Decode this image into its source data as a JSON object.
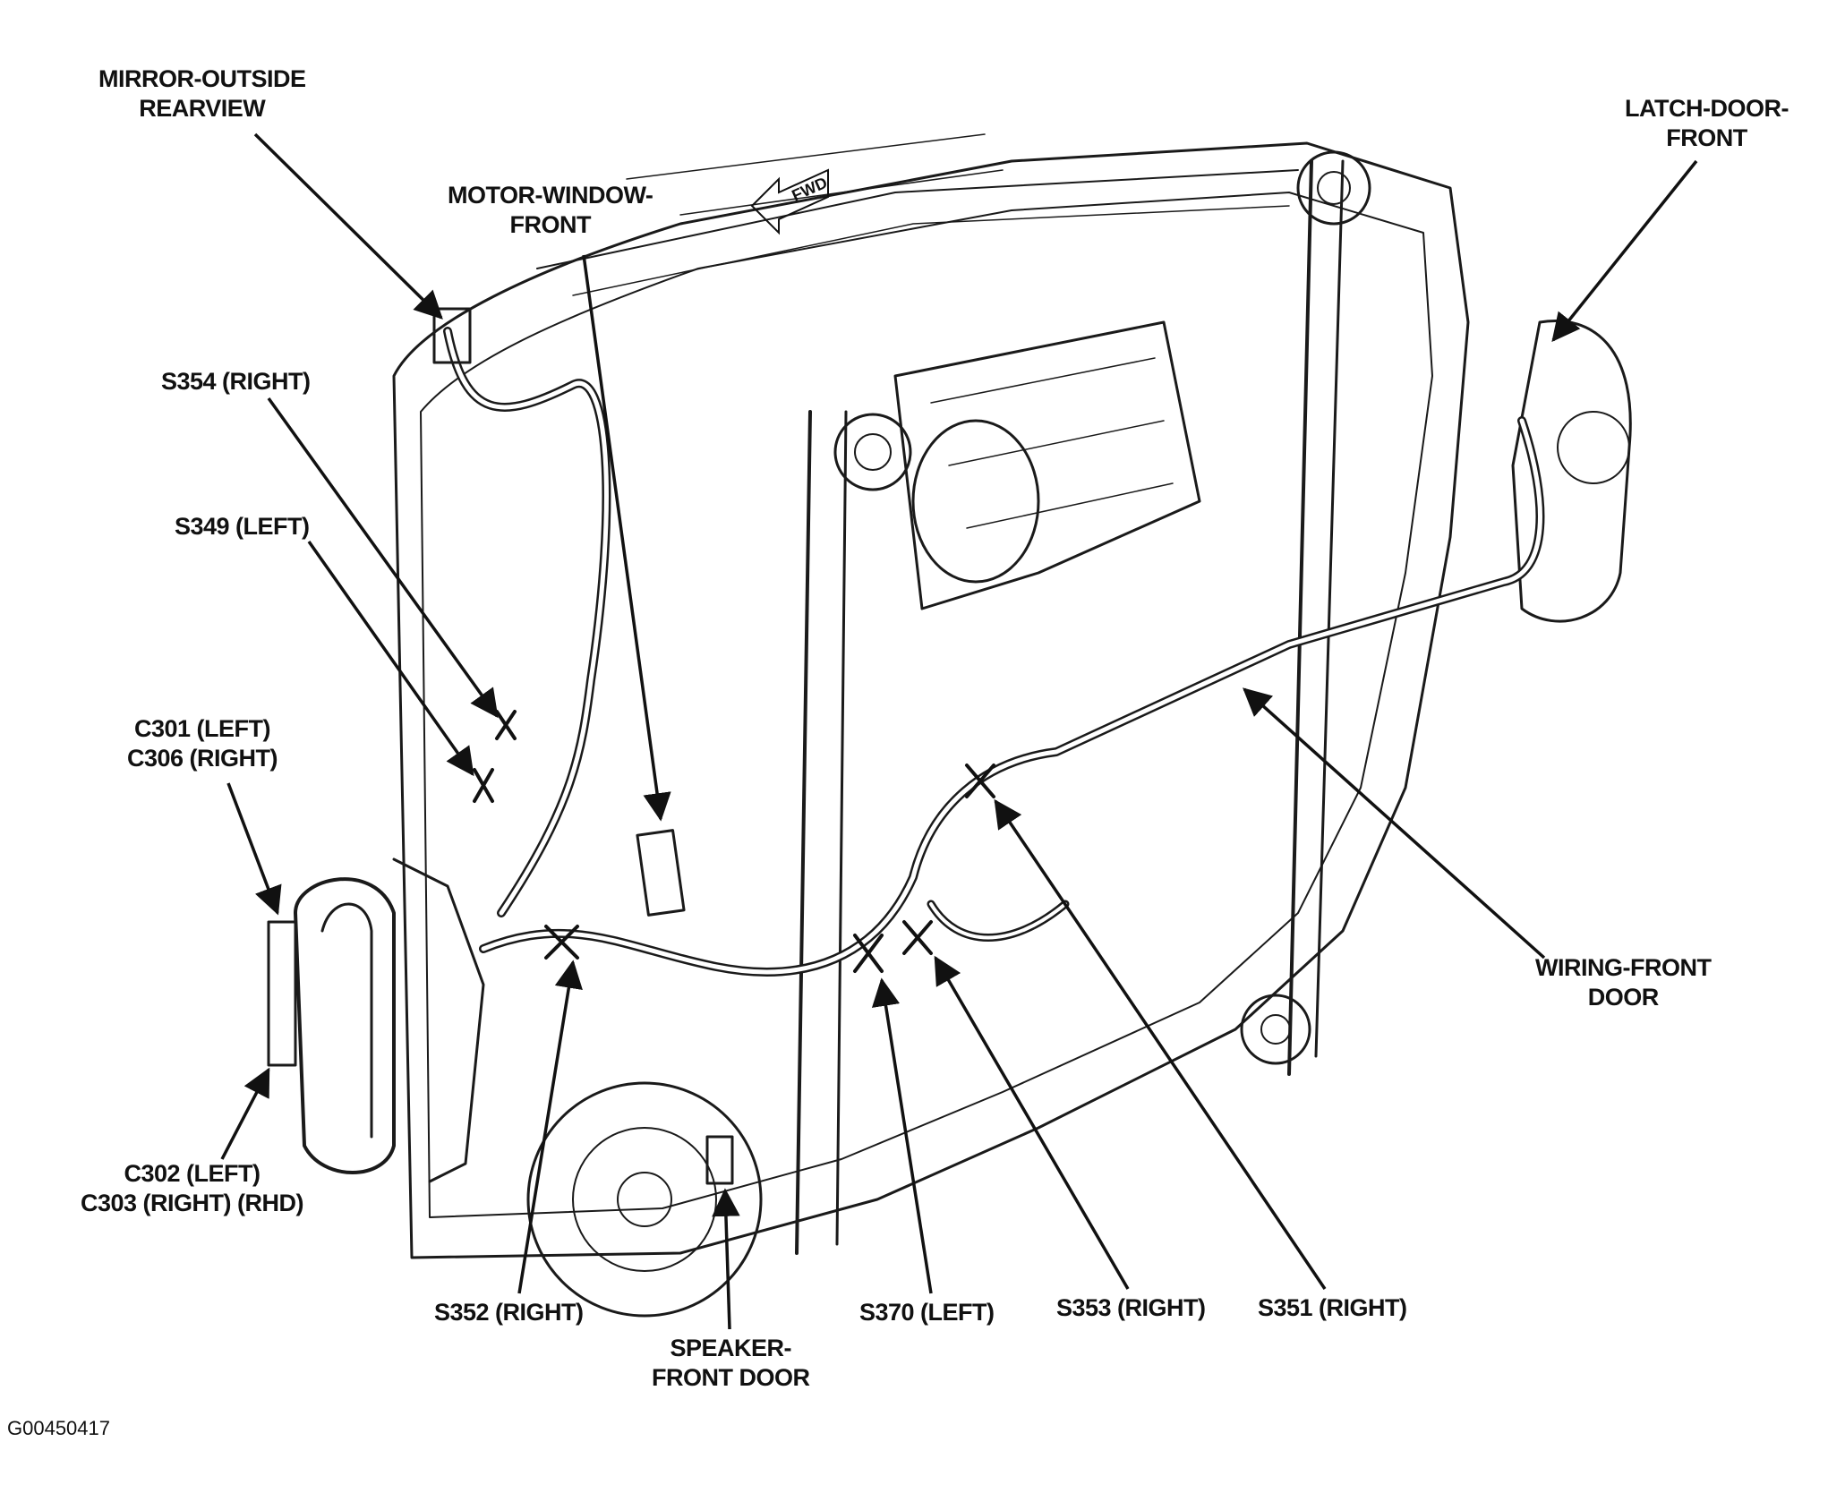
{
  "colors": {
    "ink": "#111111",
    "line": "#1a1a1a",
    "background": "#ffffff"
  },
  "orientation": {
    "arrow_label": "FWD"
  },
  "labels": {
    "mirror": [
      "MIRROR-OUTSIDE",
      "REARVIEW"
    ],
    "motor_window": [
      "MOTOR-WINDOW-",
      "FRONT"
    ],
    "latch_door": [
      "LATCH-DOOR-",
      "FRONT"
    ],
    "s354": "S354 (RIGHT)",
    "s349": "S349 (LEFT)",
    "c301_c306": [
      "C301 (LEFT)",
      "C306 (RIGHT)"
    ],
    "c302_c303": [
      "C302 (LEFT)",
      "C303 (RIGHT) (RHD)"
    ],
    "wiring_front_door": [
      "WIRING-FRONT",
      "DOOR"
    ],
    "s352": "S352 (RIGHT)",
    "speaker": [
      "SPEAKER-",
      "FRONT DOOR"
    ],
    "s370": "S370 (LEFT)",
    "s353": "S353 (RIGHT)",
    "s351": "S351 (RIGHT)"
  },
  "figure_id": "G00450417"
}
